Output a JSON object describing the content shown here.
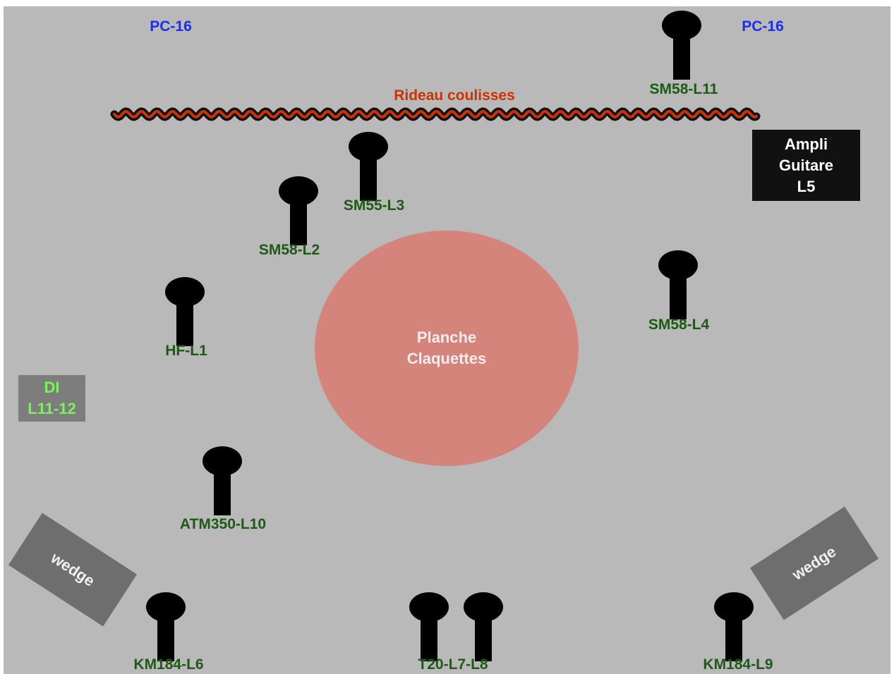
{
  "stage": {
    "pc_left": "PC-16",
    "pc_right": "PC-16",
    "curtain": {
      "label": "Rideau coulisses",
      "color": "#cc3300"
    },
    "amp": {
      "line1": "Ampli",
      "line2": "Guitare",
      "line3": "L5"
    },
    "di": {
      "line1": "DI",
      "line2": "L11-12"
    },
    "planche": {
      "line1": "Planche",
      "line2": "Claquettes"
    },
    "wedge_left": "wedge",
    "wedge_right": "wedge",
    "mics": {
      "sm58_l11": "SM58-L11",
      "sm55_l3": "SM55-L3",
      "sm58_l2": "SM58-L2",
      "sm58_l4": "SM58-L4",
      "hf_l1": "HF-L1",
      "atm350_l10": "ATM350-L10",
      "km184_l6": "KM184-L6",
      "t20_l7_l8": "T20-L7-L8",
      "km184_l9": "KM184-L9"
    }
  }
}
